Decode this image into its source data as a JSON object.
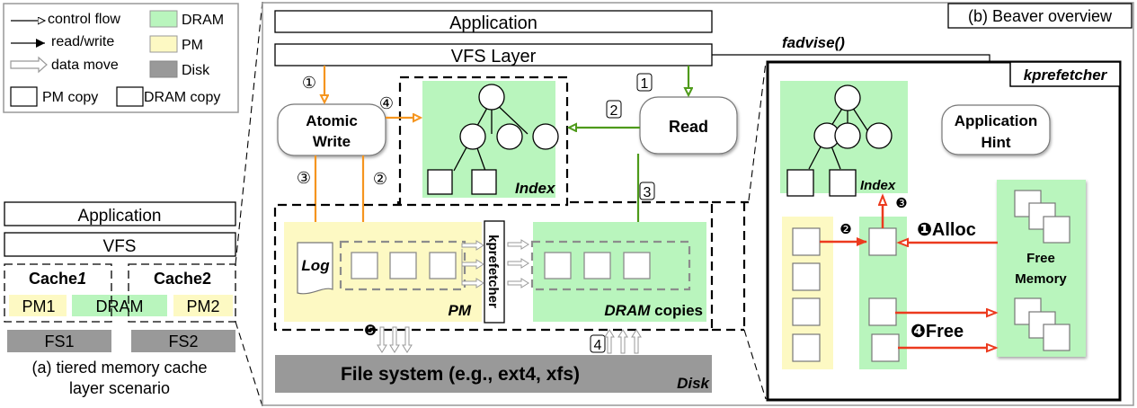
{
  "colors": {
    "dram": "#b9f5bd",
    "pm": "#fdf9c3",
    "disk": "#999999",
    "write_flow": "#f5951f",
    "read_flow": "#4e9a1a",
    "kprefetch_flow": "#ec3a1e",
    "copy_border": "#8c8c8c"
  },
  "legend": {
    "items": [
      {
        "icon": "control-flow-arrow-icon",
        "label": "control flow"
      },
      {
        "icon": "read-write-arrow-icon",
        "label": "read/write"
      },
      {
        "icon": "data-move-arrow-icon",
        "label": "data move"
      }
    ],
    "swatches": [
      {
        "label": "DRAM"
      },
      {
        "label": "PM"
      },
      {
        "label": "Disk"
      }
    ],
    "copies": [
      {
        "label": "PM copy"
      },
      {
        "label": "DRAM copy"
      }
    ]
  },
  "panel_a": {
    "application": "Application",
    "vfs": "VFS",
    "cache1_prefix": "Cache",
    "cache1_suffix": "1",
    "cache2": "Cache2",
    "pm1": "PM1",
    "dram": "DRAM",
    "pm2": "PM2",
    "fs1": "FS1",
    "fs2": "FS2",
    "caption_line1": "(a) tiered memory cache",
    "caption_line2": "layer scenario"
  },
  "panel_b": {
    "caption": "(b) Beaver overview",
    "application": "Application",
    "vfs_layer": "VFS Layer",
    "fadvise": "fadvise()",
    "atomic_write_line1": "Atomic",
    "atomic_write_line2": "Write",
    "read": "Read",
    "index": "Index",
    "log": "Log",
    "pm": "PM",
    "kprefetcher_vertical": "kprefetcher",
    "dram_copies_em": "DRAM",
    "dram_copies_rest": " copies",
    "file_system": "File system (e.g., ext4, xfs)",
    "disk": "Disk",
    "steps": {
      "w1": "①",
      "w2": "②",
      "w3": "③",
      "w4": "④",
      "r1": "1",
      "r2": "2",
      "r3": "3",
      "r4": "4",
      "s5": "❺"
    }
  },
  "kprefetcher_panel": {
    "title": "kprefetcher",
    "application_hint_line1": "Application",
    "application_hint_line2": "Hint",
    "index": "Index",
    "free_memory_line1": "Free",
    "free_memory_line2": "Memory",
    "alloc": "❶Alloc",
    "step2": "❷",
    "step3": "❸",
    "free": "❹Free"
  }
}
